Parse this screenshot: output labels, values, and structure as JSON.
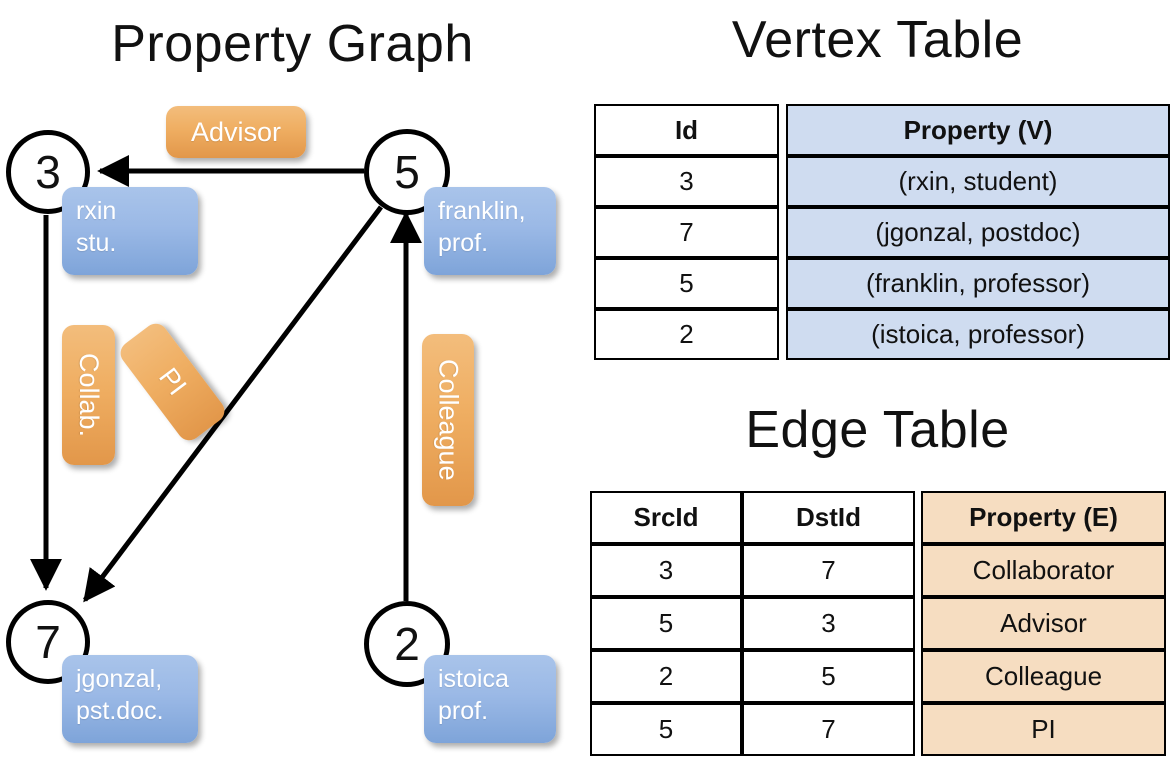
{
  "titles": {
    "property_graph": "Property Graph",
    "vertex_table": "Vertex Table",
    "edge_table": "Edge Table"
  },
  "graph": {
    "vertices": [
      {
        "id": "3",
        "property_line1": "rxin",
        "property_line2": "stu."
      },
      {
        "id": "5",
        "property_line1": "franklin,",
        "property_line2": "prof."
      },
      {
        "id": "7",
        "property_line1": "jgonzal,",
        "property_line2": "pst.doc."
      },
      {
        "id": "2",
        "property_line1": "istoica",
        "property_line2": "prof."
      }
    ],
    "edge_labels": [
      {
        "text": "Advisor",
        "orientation": "horizontal"
      },
      {
        "text": "Collab.",
        "orientation": "vertical"
      },
      {
        "text": "PI",
        "orientation": "tilted"
      },
      {
        "text": "Colleague",
        "orientation": "vertical"
      }
    ]
  },
  "vertex_table": {
    "headers": [
      "Id",
      "Property (V)"
    ],
    "rows": [
      {
        "id": "3",
        "property": "(rxin, student)"
      },
      {
        "id": "7",
        "property": "(jgonzal, postdoc)"
      },
      {
        "id": "5",
        "property": "(franklin, professor)"
      },
      {
        "id": "2",
        "property": "(istoica, professor)"
      }
    ]
  },
  "edge_table": {
    "headers": [
      "SrcId",
      "DstId",
      "Property (E)"
    ],
    "rows": [
      {
        "src": "3",
        "dst": "7",
        "property": "Collaborator"
      },
      {
        "src": "5",
        "dst": "3",
        "property": "Advisor"
      },
      {
        "src": "2",
        "dst": "5",
        "property": "Colleague"
      },
      {
        "src": "5",
        "dst": "7",
        "property": "PI"
      }
    ]
  },
  "colors": {
    "vertex_property_box": "#9bb9e6",
    "edge_label_box": "#efae62",
    "vertex_table_highlight": "#cfdcf0",
    "edge_table_highlight": "#f6ddc1",
    "stroke": "#000000",
    "background": "#ffffff"
  }
}
